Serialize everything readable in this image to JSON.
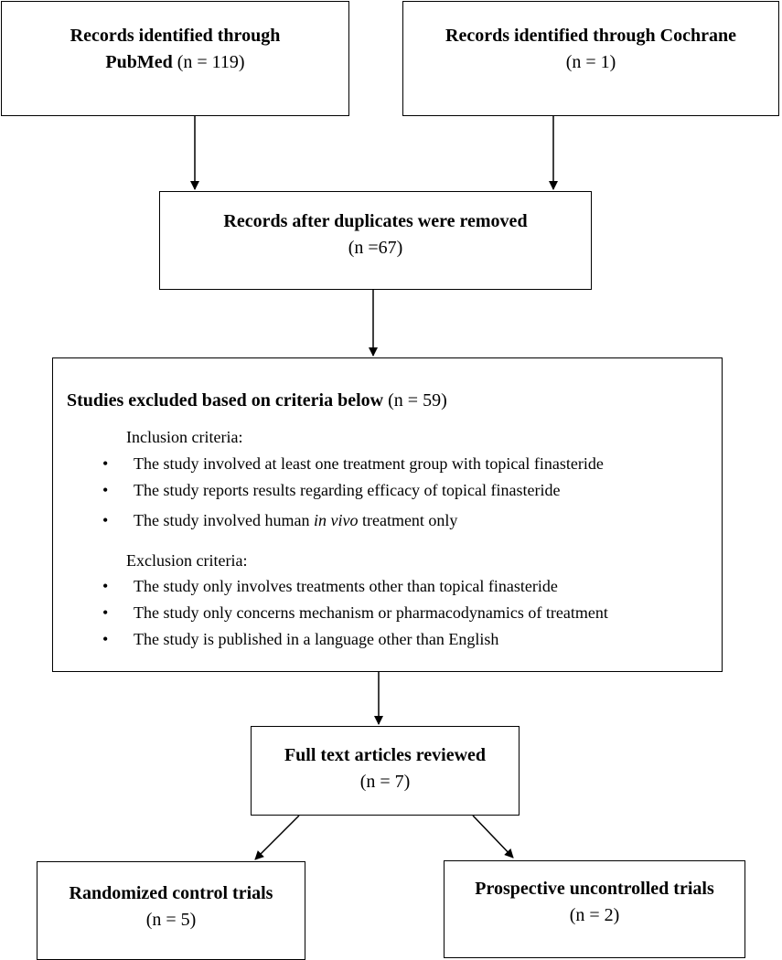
{
  "boxes": {
    "pubmed": {
      "line1": "Records identified through",
      "bold2": "PubMed",
      "rest2": " (n = 119)"
    },
    "cochrane": {
      "line1": "Records identified through Cochrane",
      "line2": "(n = 1)"
    },
    "duplicates": {
      "line1": "Records after duplicates were removed",
      "line2": "(n =67)"
    },
    "excluded": {
      "title_bold": "Studies excluded based on criteria below",
      "title_rest": " (n = 59)",
      "inclusion_label": "Inclusion criteria:",
      "inclusion": [
        {
          "text": "The study involved at least one treatment group with topical finasteride"
        },
        {
          "text": "The study reports results regarding efficacy of topical finasteride"
        },
        {
          "pre": "The study involved human ",
          "italic": "in vivo",
          "post": " treatment only"
        }
      ],
      "exclusion_label": "Exclusion criteria:",
      "exclusion": [
        "The study only involves treatments other than topical finasteride",
        "The study only concerns mechanism or pharmacodynamics of treatment",
        "The study is published in a language other than English"
      ]
    },
    "fulltext": {
      "line1": "Full text articles reviewed",
      "line2": "(n = 7)"
    },
    "rct": {
      "line1": "Randomized control trials",
      "line2": "(n = 5)"
    },
    "prospective": {
      "line1": "Prospective uncontrolled trials",
      "line2": "(n = 2)"
    }
  }
}
